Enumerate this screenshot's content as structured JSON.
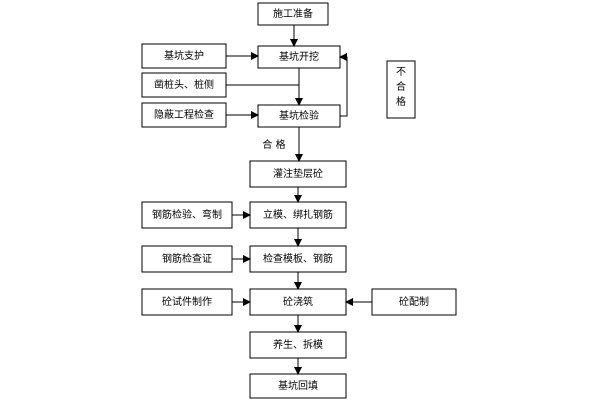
{
  "flowchart": {
    "main_steps": {
      "prep": "施工准备",
      "excavation": "基坑开挖",
      "inspection": "基坑检验",
      "cushion_pour": "灌注垫层砼",
      "formwork_rebar": "立模、绑扎钢筋",
      "check_form_rebar": "检查模板、钢筋",
      "concrete_pour": "砼浇筑",
      "curing": "养生、拆模",
      "backfill": "基坑回填"
    },
    "side_steps": {
      "support": "基坑支护",
      "pile_head": "凿桩头、桩侧",
      "hidden_check": "隐蔽工程检查",
      "rebar_check_bend": "钢筋检验、弯制",
      "rebar_certificate": "钢筋检查证",
      "test_specimen": "砼试件制作",
      "mix": "砼配制"
    },
    "labels": {
      "pass": "合 格",
      "fail": [
        "不",
        "合",
        "格"
      ]
    }
  }
}
